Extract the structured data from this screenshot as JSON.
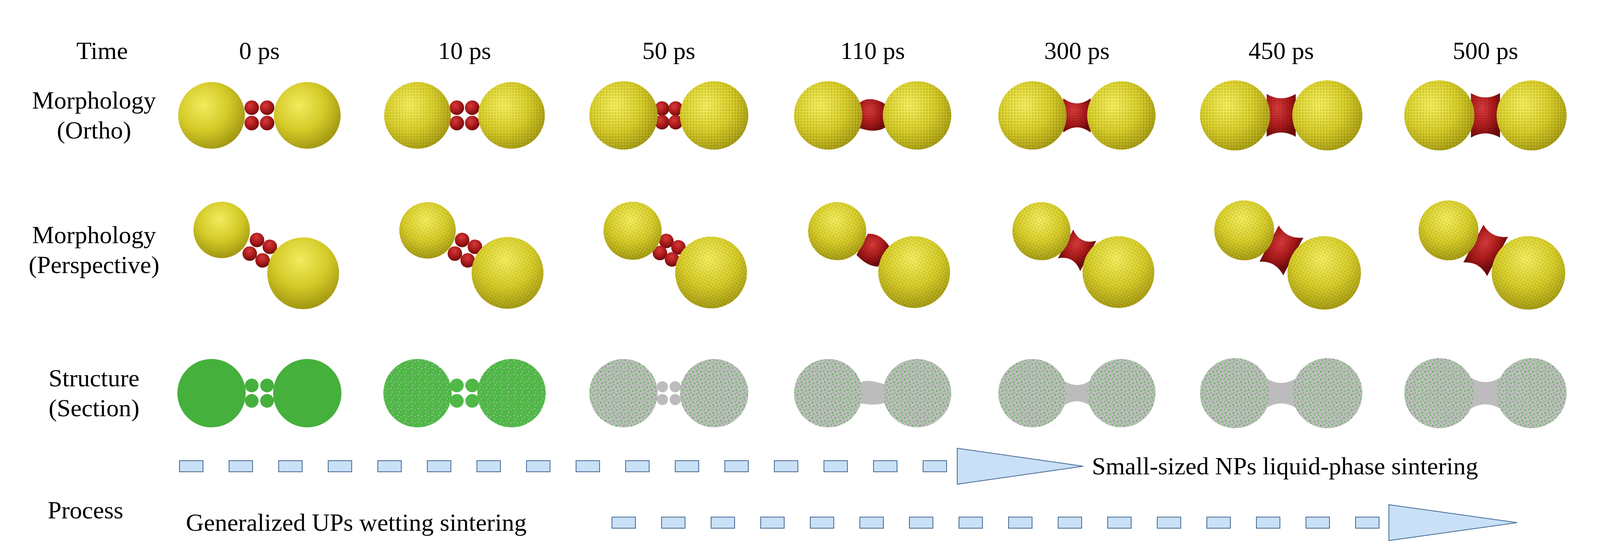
{
  "diagram": {
    "labels": [
      "Time",
      "0 ps",
      "10 ps",
      "50 ps",
      "110 ps",
      "300 ps",
      "450 ps",
      "500 ps",
      "Morphology (Ortho)",
      "Morphology (Perspective)",
      "Structure (Section)",
      "Small-sized NPs liquid-phase sintering",
      "Process",
      "Generalized UPs wetting sintering"
    ]
  }
}
